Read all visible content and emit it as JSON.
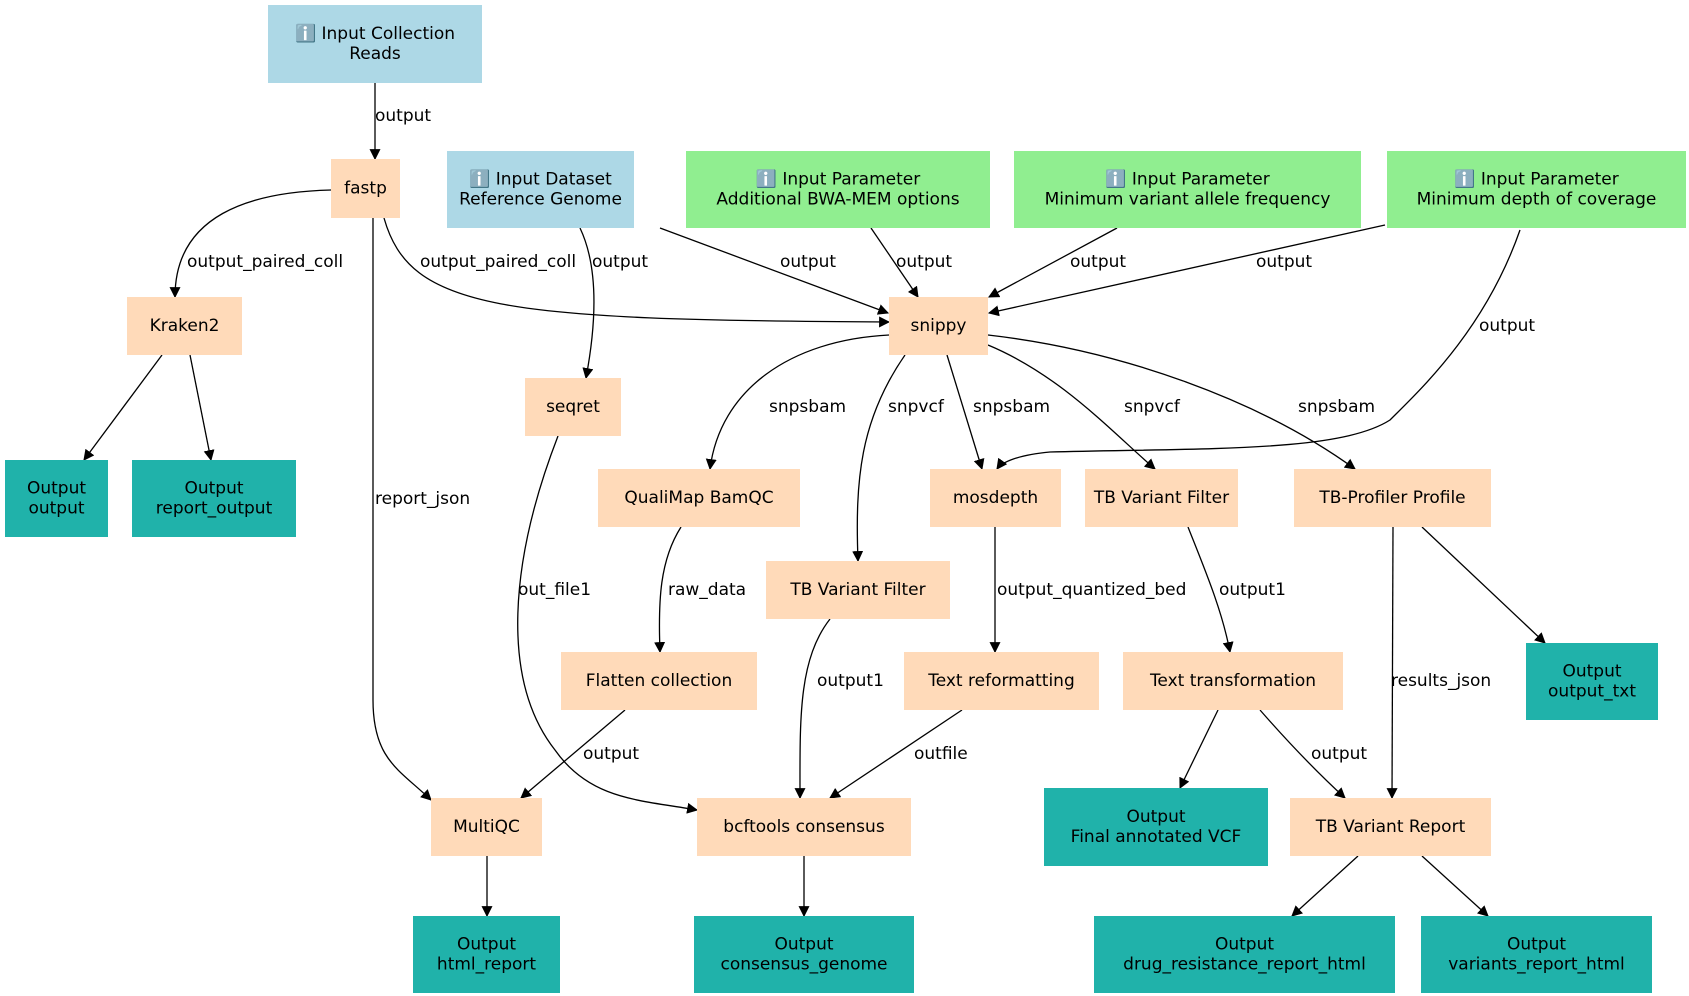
{
  "colors": {
    "input": "#add8e6",
    "parameter": "#90ee90",
    "tool": "#ffdab9",
    "output": "#20b2aa",
    "edge": "#000000"
  },
  "nodes": {
    "input_reads": {
      "lines": [
        "ℹ️ Input Collection",
        "Reads"
      ],
      "kind": "input"
    },
    "input_ref": {
      "lines": [
        "ℹ️ Input Dataset",
        "Reference Genome"
      ],
      "kind": "input"
    },
    "param_bwa": {
      "lines": [
        "ℹ️ Input Parameter",
        "Additional BWA-MEM options"
      ],
      "kind": "parameter"
    },
    "param_freq": {
      "lines": [
        "ℹ️ Input Parameter",
        "Minimum variant allele frequency"
      ],
      "kind": "parameter"
    },
    "param_depth": {
      "lines": [
        "ℹ️ Input Parameter",
        "Minimum depth of coverage"
      ],
      "kind": "parameter"
    },
    "fastp": {
      "lines": [
        "fastp"
      ],
      "kind": "tool"
    },
    "kraken2": {
      "lines": [
        "Kraken2"
      ],
      "kind": "tool"
    },
    "snippy": {
      "lines": [
        "snippy"
      ],
      "kind": "tool"
    },
    "seqret": {
      "lines": [
        "seqret"
      ],
      "kind": "tool"
    },
    "qualimap": {
      "lines": [
        "QualiMap BamQC"
      ],
      "kind": "tool"
    },
    "mosdepth": {
      "lines": [
        "mosdepth"
      ],
      "kind": "tool"
    },
    "tbfilter_a": {
      "lines": [
        "TB Variant Filter"
      ],
      "kind": "tool"
    },
    "tbprofiler": {
      "lines": [
        "TB-Profiler Profile"
      ],
      "kind": "tool"
    },
    "tbfilter_b": {
      "lines": [
        "TB Variant Filter"
      ],
      "kind": "tool"
    },
    "flatten": {
      "lines": [
        "Flatten collection"
      ],
      "kind": "tool"
    },
    "textreformat": {
      "lines": [
        "Text reformatting"
      ],
      "kind": "tool"
    },
    "texttransform": {
      "lines": [
        "Text transformation"
      ],
      "kind": "tool"
    },
    "multiqc": {
      "lines": [
        "MultiQC"
      ],
      "kind": "tool"
    },
    "bcftools": {
      "lines": [
        "bcftools consensus"
      ],
      "kind": "tool"
    },
    "tbreport": {
      "lines": [
        "TB Variant Report"
      ],
      "kind": "tool"
    },
    "out_output": {
      "lines": [
        "Output",
        "output"
      ],
      "kind": "output"
    },
    "out_report_output": {
      "lines": [
        "Output",
        "report_output"
      ],
      "kind": "output"
    },
    "out_output_txt": {
      "lines": [
        "Output",
        "output_txt"
      ],
      "kind": "output"
    },
    "out_vcf": {
      "lines": [
        "Output",
        "Final annotated VCF"
      ],
      "kind": "output"
    },
    "out_html_report": {
      "lines": [
        "Output",
        "html_report"
      ],
      "kind": "output"
    },
    "out_consensus": {
      "lines": [
        "Output",
        "consensus_genome"
      ],
      "kind": "output"
    },
    "out_drug": {
      "lines": [
        "Output",
        "drug_resistance_report_html"
      ],
      "kind": "output"
    },
    "out_variants": {
      "lines": [
        "Output",
        "variants_report_html"
      ],
      "kind": "output"
    }
  },
  "edges": [
    {
      "from": "input_reads",
      "to": "fastp",
      "label": "output"
    },
    {
      "from": "fastp",
      "to": "kraken2",
      "label": "output_paired_coll"
    },
    {
      "from": "fastp",
      "to": "snippy",
      "label": "output_paired_coll"
    },
    {
      "from": "fastp",
      "to": "multiqc",
      "label": "report_json"
    },
    {
      "from": "input_ref",
      "to": "seqret",
      "label": "output"
    },
    {
      "from": "input_ref",
      "to": "snippy",
      "label": "output"
    },
    {
      "from": "param_bwa",
      "to": "snippy",
      "label": "output"
    },
    {
      "from": "param_freq",
      "to": "snippy",
      "label": "output"
    },
    {
      "from": "param_depth",
      "to": "snippy",
      "label": "output"
    },
    {
      "from": "param_depth",
      "to": "mosdepth",
      "label": "output"
    },
    {
      "from": "kraken2",
      "to": "out_output",
      "label": ""
    },
    {
      "from": "kraken2",
      "to": "out_report_output",
      "label": ""
    },
    {
      "from": "snippy",
      "to": "qualimap",
      "label": "snpsbam"
    },
    {
      "from": "snippy",
      "to": "tbfilter_b",
      "label": "snpvcf"
    },
    {
      "from": "snippy",
      "to": "mosdepth",
      "label": "snpsbam"
    },
    {
      "from": "snippy",
      "to": "tbfilter_a",
      "label": "snpvcf"
    },
    {
      "from": "snippy",
      "to": "tbprofiler",
      "label": "snpsbam"
    },
    {
      "from": "seqret",
      "to": "bcftools",
      "label": "out_file1"
    },
    {
      "from": "qualimap",
      "to": "flatten",
      "label": "raw_data"
    },
    {
      "from": "mosdepth",
      "to": "textreformat",
      "label": "output_quantized_bed"
    },
    {
      "from": "tbfilter_a",
      "to": "texttransform",
      "label": "output1"
    },
    {
      "from": "tbprofiler",
      "to": "tbreport",
      "label": "results_json"
    },
    {
      "from": "tbprofiler",
      "to": "out_output_txt",
      "label": ""
    },
    {
      "from": "tbfilter_b",
      "to": "bcftools",
      "label": "output1"
    },
    {
      "from": "flatten",
      "to": "multiqc",
      "label": "output"
    },
    {
      "from": "textreformat",
      "to": "bcftools",
      "label": "outfile"
    },
    {
      "from": "texttransform",
      "to": "out_vcf",
      "label": ""
    },
    {
      "from": "texttransform",
      "to": "tbreport",
      "label": "output"
    },
    {
      "from": "multiqc",
      "to": "out_html_report",
      "label": ""
    },
    {
      "from": "bcftools",
      "to": "out_consensus",
      "label": ""
    },
    {
      "from": "tbreport",
      "to": "out_drug",
      "label": ""
    },
    {
      "from": "tbreport",
      "to": "out_variants",
      "label": ""
    }
  ]
}
